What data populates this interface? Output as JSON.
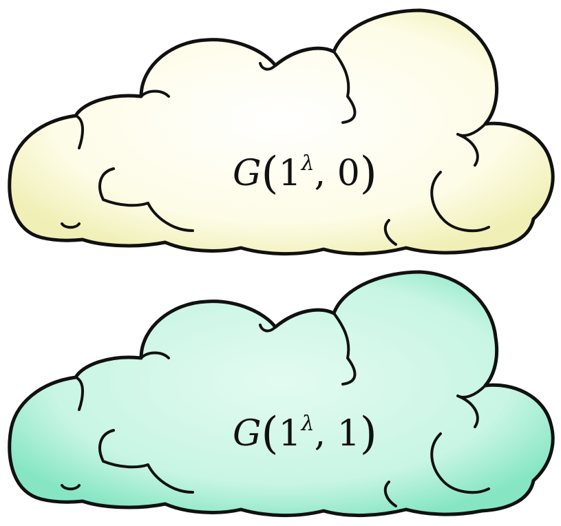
{
  "clouds": [
    {
      "fill": "#fcfbdc",
      "shade": "#f1f0b8",
      "label": {
        "func": "G",
        "arg1_base": "1",
        "arg1_sup": "λ",
        "sep": ",",
        "arg2": "0"
      }
    },
    {
      "fill": "#c6f5e4",
      "shade": "#8ee9c9",
      "label": {
        "func": "G",
        "arg1_base": "1",
        "arg1_sup": "λ",
        "sep": ",",
        "arg2": "1"
      }
    }
  ],
  "colors": {
    "outline": "#111111",
    "background": "#ffffff"
  }
}
